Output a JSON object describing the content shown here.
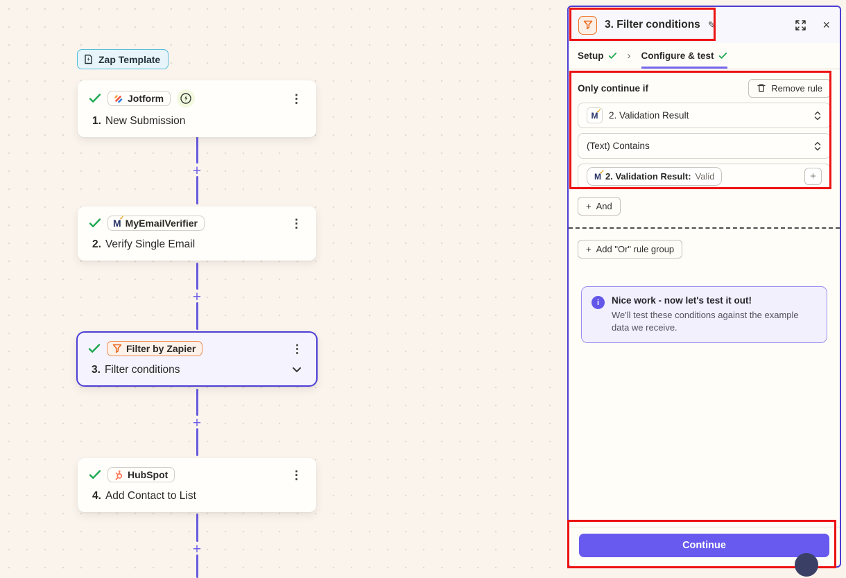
{
  "icons": {
    "plus": "+",
    "close": "×",
    "kebab": "⋮",
    "edit": "✎",
    "breadcrumb_chevron": "›",
    "info": "i",
    "m_logo_letter": "M",
    "m_check": "✓"
  },
  "colors": {
    "accent_purple": "#685AEE",
    "selected_border": "#4E3FD6",
    "annotation_red": "#EC1212",
    "filter_orange": "#ED6C1F",
    "hubspot_orange": "#FF7A59",
    "success_green": "#1CA74F"
  },
  "canvas": {
    "template_badge": "Zap Template",
    "steps": [
      {
        "app": "Jotform",
        "num": "1.",
        "title": "New Submission"
      },
      {
        "app": "MyEmailVerifier",
        "num": "2.",
        "title": "Verify Single Email"
      },
      {
        "app": "Filter by Zapier",
        "num": "3.",
        "title": "Filter conditions"
      },
      {
        "app": "HubSpot",
        "num": "4.",
        "title": "Add Contact to List"
      }
    ]
  },
  "panel": {
    "title": "3. Filter conditions",
    "tabs": {
      "setup": "Setup",
      "configure": "Configure & test"
    },
    "rule": {
      "heading": "Only continue if",
      "remove_button": "Remove rule",
      "field_value": "2. Validation Result",
      "operator_value": "(Text) Contains",
      "token_label": "2. Validation Result:",
      "token_value": "Valid",
      "and_button": "And",
      "or_button": "Add \"Or\" rule group"
    },
    "notice": {
      "title": "Nice work - now let's test it out!",
      "body": "We'll test these conditions against the example data we receive."
    },
    "continue_button": "Continue"
  }
}
